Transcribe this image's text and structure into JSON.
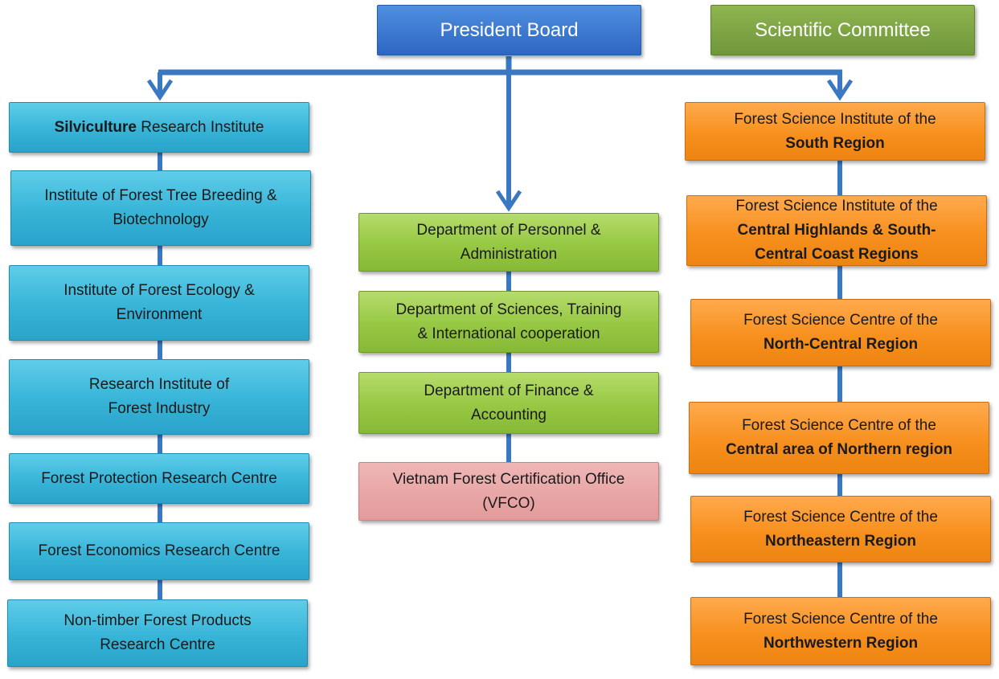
{
  "top": {
    "president": "President Board",
    "committee": "Scientific Committee"
  },
  "left": [
    {
      "bold": "Silviculture",
      "rest": " Research Institute"
    },
    {
      "l1": "Institute of Forest Tree Breeding &",
      "l2": "Biotechnology"
    },
    {
      "l1": "Institute of Forest Ecology &",
      "l2": "Environment"
    },
    {
      "l1": "Research Institute of",
      "l2": "Forest Industry"
    },
    {
      "l1": "Forest Protection Research Centre"
    },
    {
      "l1": "Forest Economics Research Centre"
    },
    {
      "l1": "Non-timber Forest Products",
      "l2": "Research Centre"
    }
  ],
  "middle": [
    {
      "l1": "Department of Personnel &",
      "l2": "Administration"
    },
    {
      "l1": "Department of Sciences, Training",
      "l2": "& International cooperation"
    },
    {
      "l1": "Department of Finance &",
      "l2": "Accounting"
    },
    {
      "l1": "Vietnam Forest Certification Office",
      "l2": "(VFCO)"
    }
  ],
  "right": [
    {
      "l1": "Forest Science Institute of the",
      "b1": "South Region"
    },
    {
      "l1": "Forest Science Institute of the",
      "b1": "Central Highlands & South-",
      "b2": "Central Coast Regions"
    },
    {
      "l1": "Forest Science Centre of the",
      "b1": "North-Central Region"
    },
    {
      "l1": "Forest Science Centre of the",
      "b1": "Central area of Northern region"
    },
    {
      "l1": "Forest Science Centre of the",
      "b1": "Northeastern Region"
    },
    {
      "l1": "Forest Science Centre of the",
      "b1": "Northwestern Region"
    }
  ],
  "colors": {
    "connector": "#3b78c2",
    "president": "#3a78d0",
    "committee": "#7ea344",
    "left_boxes": "#3cb8dc",
    "middle_boxes": "#9bcb49",
    "vfco": "#e8a4a4",
    "right_boxes": "#f7921e"
  }
}
